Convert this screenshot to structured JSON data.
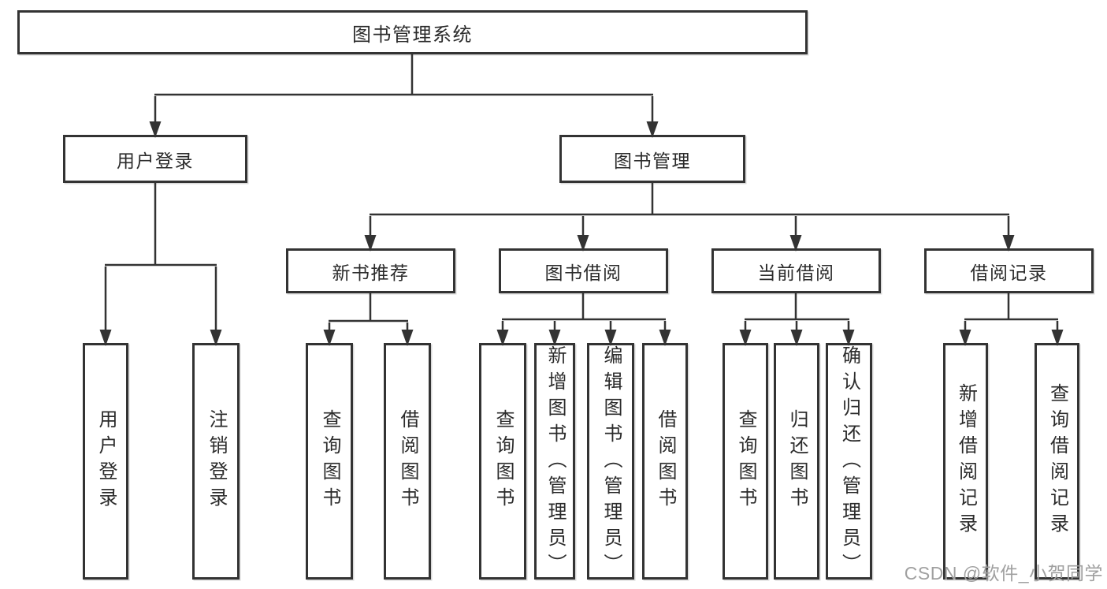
{
  "tree": {
    "label": "图书管理系统",
    "children": [
      {
        "label": "用户登录",
        "children": [
          {
            "label": "用户登录"
          },
          {
            "label": "注销登录"
          }
        ]
      },
      {
        "label": "图书管理",
        "children": [
          {
            "label": "新书推荐",
            "children": [
              {
                "label": "查询图书"
              },
              {
                "label": "借阅图书"
              }
            ]
          },
          {
            "label": "图书借阅",
            "children": [
              {
                "label": "查询图书"
              },
              {
                "label": "新增图书（管理员）"
              },
              {
                "label": "编辑图书（管理员）"
              },
              {
                "label": "借阅图书"
              }
            ]
          },
          {
            "label": "当前借阅",
            "children": [
              {
                "label": "查询图书"
              },
              {
                "label": "归还图书"
              },
              {
                "label": "确认归还（管理员）"
              }
            ]
          },
          {
            "label": "借阅记录",
            "children": [
              {
                "label": "新增借阅记录"
              },
              {
                "label": "查询借阅记录"
              }
            ]
          }
        ]
      }
    ]
  },
  "watermark": {
    "text": "CSDN @软件_小贺同学"
  },
  "colors": {
    "line": "#333333",
    "text": "#2b2b2b",
    "background": "#ffffff",
    "watermark": "#a0a0a0"
  }
}
